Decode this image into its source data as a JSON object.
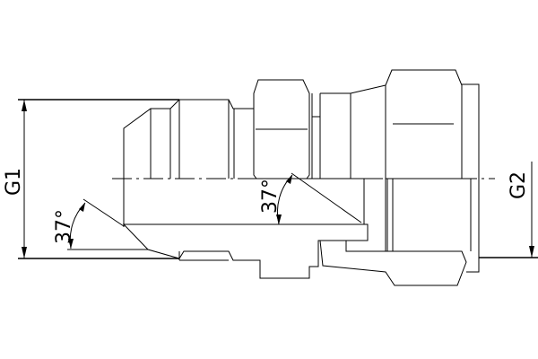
{
  "drawing": {
    "labels": {
      "thread_left": "G1",
      "thread_right": "G2",
      "angle_left": "37°",
      "angle_middle": "37°"
    },
    "colors": {
      "line": "#000000",
      "background": "#ffffff"
    }
  }
}
